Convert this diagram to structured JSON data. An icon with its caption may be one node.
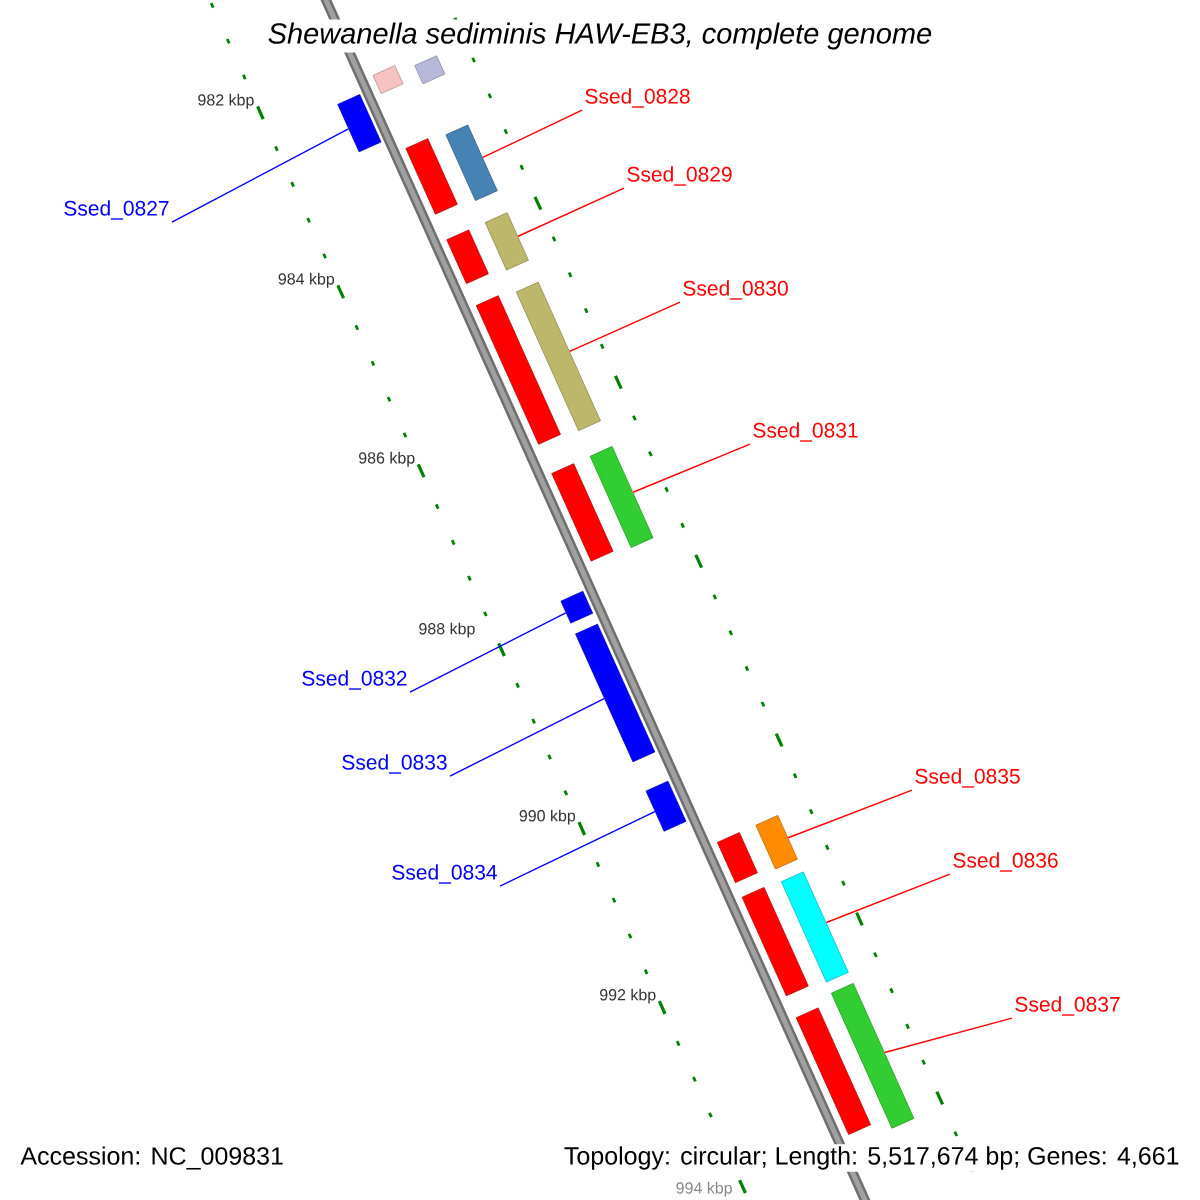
{
  "diagram": {
    "title": "Shewanella sediminis HAW-EB3, complete genome",
    "nodes": [
      {
        "text": [],
        "shape": "bar"
      },
      {
        "text": [],
        "shape": "bar"
      },
      {
        "text": [
          "Ssed_0828"
        ]
      },
      {
        "text": [],
        "shape": "bar"
      },
      {
        "text": [],
        "shape": "bar"
      },
      {
        "text": [],
        "shape": "bar"
      },
      {
        "text": [
          "Ssed_0827"
        ]
      },
      {
        "text": [
          "Ssed_0829"
        ]
      },
      {
        "text": [],
        "shape": "bar"
      },
      {
        "text": [],
        "shape": "bar"
      },
      {
        "text": [
          "Ssed_0830"
        ]
      },
      {
        "text": [],
        "shape": "bar"
      },
      {
        "text": [],
        "shape": "bar"
      },
      {
        "text": [
          "Ssed_0831"
        ]
      },
      {
        "text": [],
        "shape": "bar"
      },
      {
        "text": [],
        "shape": "bar"
      },
      {
        "text": [],
        "shape": "bar"
      },
      {
        "text": [
          "Ssed_0832"
        ]
      },
      {
        "text": [],
        "shape": "bar"
      },
      {
        "text": [
          "Ssed_0833"
        ]
      },
      {
        "text": [
          "Ssed_0835"
        ]
      },
      {
        "text": [],
        "shape": "bar"
      },
      {
        "text": [
          "Ssed_0834"
        ]
      },
      {
        "text": [],
        "shape": "bar"
      },
      {
        "text": [],
        "shape": "bar"
      },
      {
        "text": [
          "Ssed_0836"
        ]
      },
      {
        "text": [],
        "shape": "bar"
      },
      {
        "text": [],
        "shape": "bar"
      },
      {
        "text": [
          "Ssed_0837"
        ]
      },
      {
        "text": [],
        "shape": "bar"
      },
      {
        "text": [],
        "shape": "bar"
      }
    ],
    "edges": [
      {
        "from": 2,
        "to": 5,
        "arrow": "none"
      },
      {
        "from": 6,
        "to": 3,
        "arrow": "none",
        "color": "#0000ff"
      },
      {
        "from": 7,
        "to": 9,
        "arrow": "none"
      },
      {
        "from": 10,
        "to": 12,
        "arrow": "none"
      },
      {
        "from": 13,
        "to": 15,
        "arrow": "none"
      },
      {
        "from": 17,
        "to": 16,
        "arrow": "none",
        "color": "#0000ff"
      },
      {
        "from": 19,
        "to": 18,
        "arrow": "none",
        "color": "#0000ff"
      },
      {
        "from": 22,
        "to": 21,
        "arrow": "none",
        "color": "#0000ff"
      },
      {
        "from": 20,
        "to": 24,
        "arrow": "none"
      },
      {
        "from": 25,
        "to": 27,
        "arrow": "none"
      },
      {
        "from": 28,
        "to": 30,
        "arrow": "none"
      }
    ],
    "labels": [
      "982 kbp",
      "984 kbp",
      "986 kbp",
      "988 kbp",
      "990 kbp",
      "992 kbp",
      "994 kbp",
      "Accession: NC_009831",
      "Topology: circular; Length: 5,517,674 bp; Genes: 4,661"
    ]
  }
}
